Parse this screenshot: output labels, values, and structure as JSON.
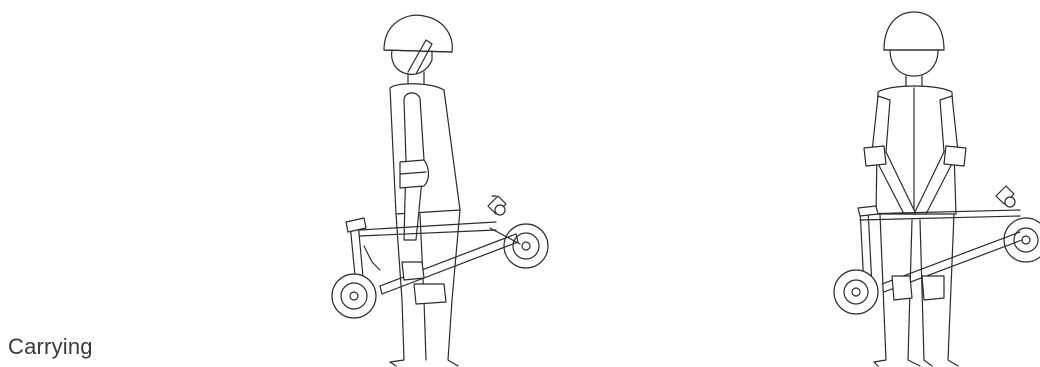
{
  "caption": {
    "label": "Carrying"
  },
  "illustrations": [
    {
      "id": "side-view",
      "icon": "person-carrying-folded-scooter-side-icon"
    },
    {
      "id": "front-view",
      "icon": "person-carrying-folded-scooter-front-icon"
    }
  ],
  "colors": {
    "line": "#2b2b2b",
    "caption": "#3a3a3a",
    "background": "#ffffff"
  }
}
